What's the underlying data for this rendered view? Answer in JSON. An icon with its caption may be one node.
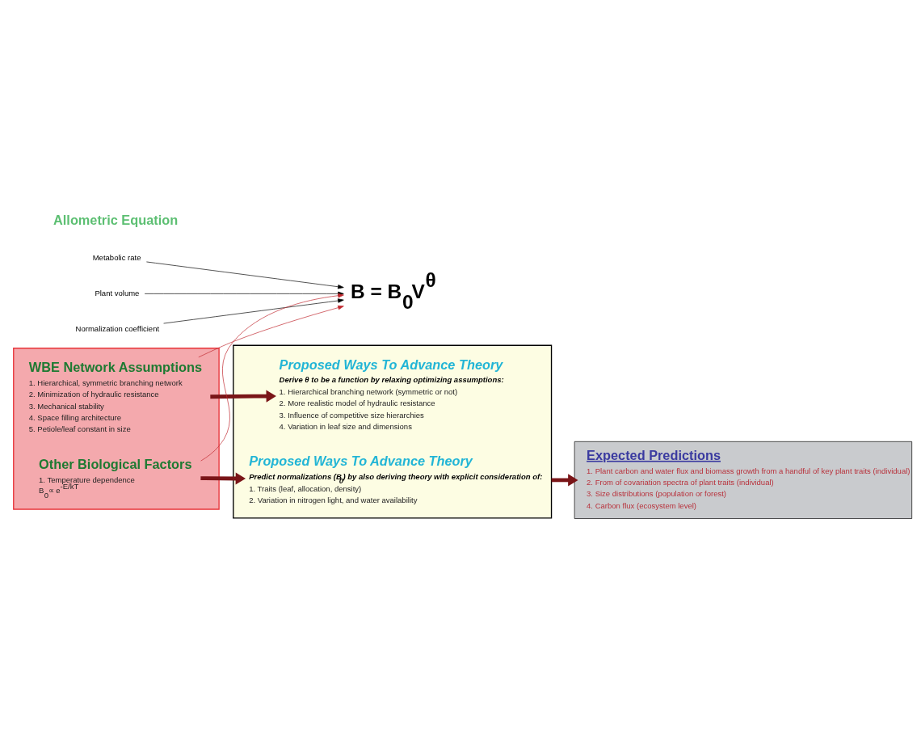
{
  "diagram": {
    "nodes": [
      {
        "text": [
          "Metabolic rate"
        ]
      },
      {
        "text": [
          "Plant volume"
        ]
      },
      {
        "text": [
          "B = B$_{0}$V$^{θ}$"
        ]
      },
      {
        "text": [
          "Normalization coefficient"
        ]
      },
      {
        "text": [],
        "shape": "box"
      },
      {
        "text": [
          "WBE Network Assumptions",
          "1. Hierarchical, symmetric branching network",
          "2. Minimization of hydraulic resistance",
          "3. Mechanical stability",
          "4. Space filling architecture",
          "5. Petiole/leaf constant in size"
        ],
        "in": 4
      },
      {
        "text": [
          "Other Biological Factors",
          "1. Temperature dependence",
          "B$_{0}$∝ e$^{-E/kT}$"
        ],
        "in": 4
      },
      {
        "text": [],
        "shape": "box"
      },
      {
        "text": [
          "Proposed Ways To Advance Theory",
          "Derive θ to be a function by relaxing optimizing assumptions:",
          "1. Hierarchical branching network (symmetric or not)",
          "2. More realistic model of hydraulic resistance",
          "3. Influence of competitive size hierarchies",
          "4. Variation in leaf size and dimensions"
        ],
        "in": 7
      },
      {
        "text": [
          "Proposed Ways To Advance Theory",
          "Predict normalizations (B$_{0}$) by also deriving theory with explicit consideration of:",
          "1. Traits (leaf, allocation, density)",
          "2. Variation in nitrogen light, and water availability"
        ],
        "in": 7
      },
      {
        "text": [
          "Expected Predictions",
          "1. Plant carbon and water flux and biomass growth from a handful of key plant traits (individual)",
          "2. From of covariation spectra of plant traits (individual)",
          "3. Size distributions (population or forest)",
          "4. Carbon flux (ecosystem level)"
        ]
      }
    ],
    "edges": [
      {
        "from": 0,
        "to": 2,
        "arrow": "to"
      },
      {
        "from": 1,
        "to": 2,
        "arrow": "to"
      },
      {
        "from": 3,
        "to": 2,
        "arrow": "to"
      },
      {
        "from": 5,
        "to": 2,
        "arrow": "to",
        "color": "#c0272d"
      },
      {
        "from": 6,
        "to": 2,
        "arrow": "to",
        "color": "#c0272d"
      },
      {
        "from": 5,
        "to": 8,
        "arrow": "to",
        "style": "thick",
        "color": "#7a1518"
      },
      {
        "from": 6,
        "to": 9,
        "arrow": "to",
        "style": "thick",
        "color": "#7a1518"
      },
      {
        "from": 7,
        "to": 10,
        "arrow": "to",
        "style": "thick",
        "color": "#7a1518"
      }
    ],
    "labels": [
      "Allometric Equation"
    ]
  }
}
